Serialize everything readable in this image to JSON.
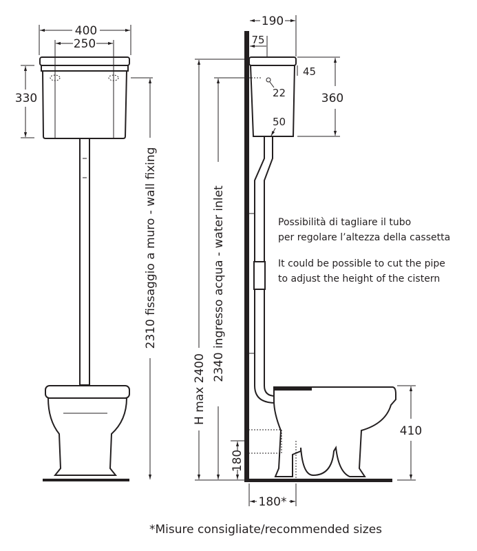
{
  "front_view": {
    "width_overall": "400",
    "fixing_spacing": "250",
    "cistern_height": "330",
    "wall_fixing_height": "2310 fissaggio a muro - wall fixing"
  },
  "side_view": {
    "depth": "190",
    "pipe_offset": "75",
    "flush_hole_offset": "45",
    "inlet_diameter": "22",
    "cistern_height": "360",
    "outlet_diameter": "50",
    "max_height": "H max 2400",
    "water_inlet_height": "2340 ingresso acqua - water inlet",
    "bowl_height": "410",
    "outlet_height": "180",
    "outlet_distance": "180*"
  },
  "notes": {
    "it_line1": "Possibilità di tagliare il tubo",
    "it_line2": "per regolare l’altezza della cassetta",
    "en_line1": "It could be possible to cut the pipe",
    "en_line2": "to adjust the height of the cistern"
  },
  "footer": "*Misure consigliate/recommended sizes"
}
